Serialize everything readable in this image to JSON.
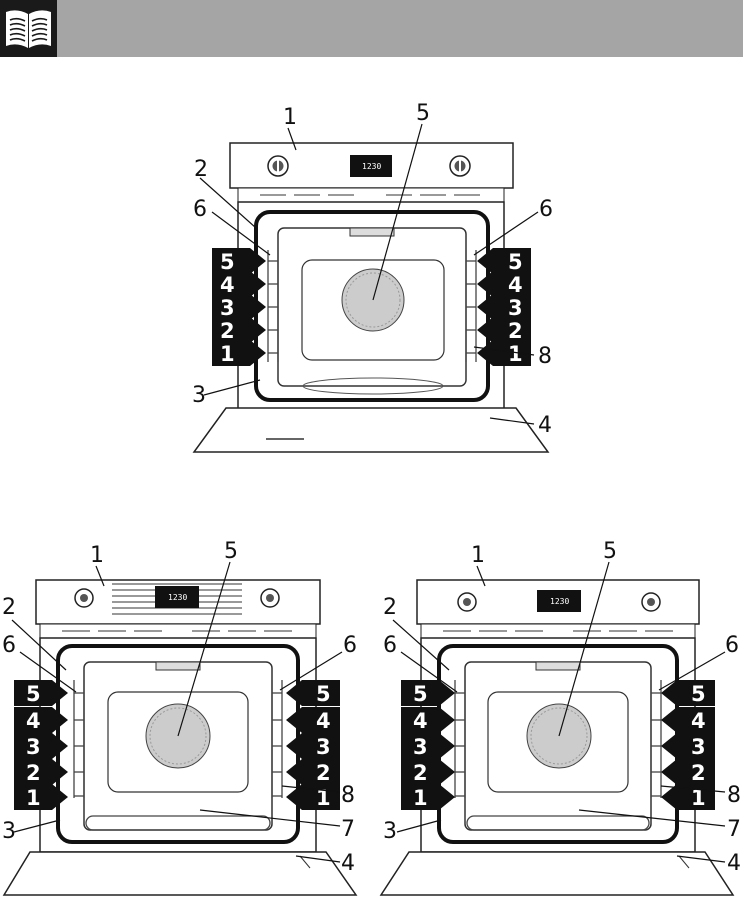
{
  "header": {
    "icon": "open-book-icon",
    "band_color": "#a5a5a5"
  },
  "figures": [
    {
      "id": "top-oven",
      "display_text": "1230",
      "callouts": {
        "panel": "1",
        "door_seal": "2",
        "door_frame": "3",
        "door": "4",
        "fan_cover": "5",
        "side_rack": "6",
        "rack_clip": "8"
      },
      "levels": [
        "5",
        "4",
        "3",
        "2",
        "1"
      ]
    },
    {
      "id": "bottom-left-oven",
      "display_text": "1230",
      "callouts": {
        "panel": "1",
        "door_seal": "2",
        "door_frame": "3",
        "door": "4",
        "fan_cover": "5",
        "side_rack": "6",
        "bottom_element": "7",
        "rack_clip": "8"
      },
      "levels": [
        "5",
        "4",
        "3",
        "2",
        "1"
      ]
    },
    {
      "id": "bottom-right-oven",
      "display_text": "1230",
      "callouts": {
        "panel": "1",
        "door_seal": "2",
        "door_frame": "3",
        "door": "4",
        "fan_cover": "5",
        "side_rack": "6",
        "bottom_element": "7",
        "rack_clip": "8"
      },
      "levels": [
        "5",
        "4",
        "3",
        "2",
        "1"
      ]
    }
  ]
}
